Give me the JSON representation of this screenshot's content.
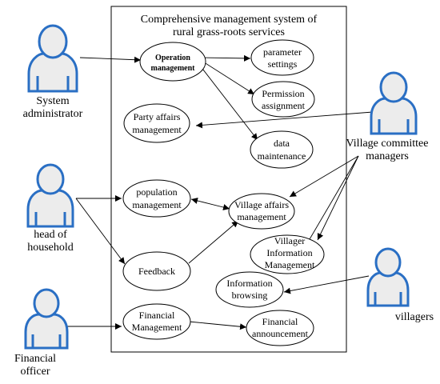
{
  "system": {
    "title_line1": "Comprehensive management system of",
    "title_line2": "rural grass-roots services"
  },
  "actors": {
    "system_admin": {
      "line1": "System",
      "line2": "administrator"
    },
    "village_committee": {
      "line1": "Village committee",
      "line2": "managers"
    },
    "head_household": {
      "line1": "head of",
      "line2": "household"
    },
    "villagers": {
      "line1": "villagers"
    },
    "financial_officer": {
      "line1": "Financial",
      "line2": "officer"
    }
  },
  "use_cases": {
    "operation_management": {
      "line1": "Operation",
      "line2": "management"
    },
    "parameter_settings": {
      "line1": "parameter",
      "line2": "settings"
    },
    "permission_assignment": {
      "line1": "Permission",
      "line2": "assignment"
    },
    "party_affairs": {
      "line1": "Party affairs",
      "line2": "management"
    },
    "data_maintenance": {
      "line1": "data",
      "line2": "maintenance"
    },
    "population_management": {
      "line1": "population",
      "line2": "management"
    },
    "village_affairs": {
      "line1": "Village affairs",
      "line2": "management"
    },
    "villager_info": {
      "line1": "Villager",
      "line2": "Information",
      "line3": "Management"
    },
    "feedback": {
      "line1": "Feedback"
    },
    "information_browsing": {
      "line1": "Information",
      "line2": "browsing"
    },
    "financial_management": {
      "line1": "Financial",
      "line2": "Management"
    },
    "financial_announcement": {
      "line1": "Financial",
      "line2": "announcement"
    }
  }
}
